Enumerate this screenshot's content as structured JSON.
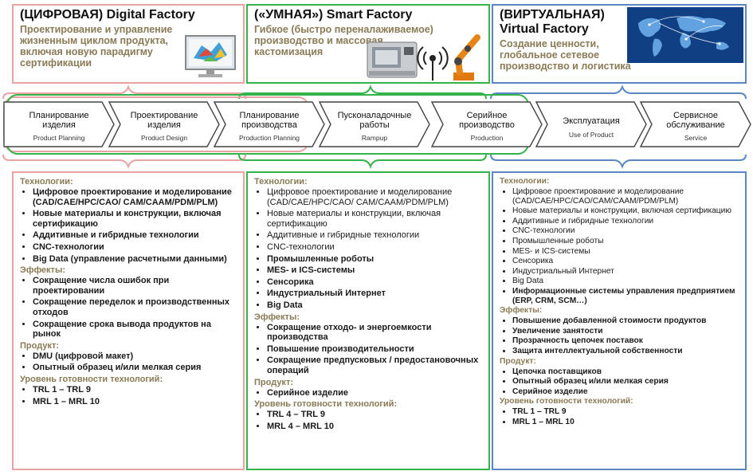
{
  "top": [
    {
      "title": "(ЦИФРОВАЯ)  Digital Factory",
      "subtitle": "Проектирование и управление жизненным циклом продукта, включая новую парадигму сертификации",
      "image": "monitor-cad-icon"
    },
    {
      "title": "(«УМНАЯ») Smart Factory",
      "subtitle": "Гибкое (быстро переналаживаемое) производство и массовая кастомизация",
      "image": "cnc-robot-icon"
    },
    {
      "title_line1": "(ВИРТУАЛЬНАЯ)",
      "title_line2": "Virtual Factory",
      "subtitle": "Создание ценности, глобальное сетевое производство и логистика",
      "image": "world-map-icon"
    }
  ],
  "stages": [
    {
      "ru": "Планирование изделия",
      "en": "Product Planning"
    },
    {
      "ru": "Проектирование изделия",
      "en": "Product Design"
    },
    {
      "ru": "Планирование производства",
      "en": "Production Planning"
    },
    {
      "ru": "Пусконаладочные работы",
      "en": "Rampup"
    },
    {
      "ru": "Серийное производство",
      "en": "Production"
    },
    {
      "ru": "Эксплуатация",
      "en": "Use of Product"
    },
    {
      "ru": "Сервисное обслуживание",
      "en": "Service"
    }
  ],
  "columns": [
    {
      "tech_head": "Технологии:",
      "tech": [
        {
          "t": "Цифровое проектирование и моделирование (CAD/CAE/HPC/CAO/ CAM/CAAM/PDM/PLM)",
          "b": true
        },
        {
          "t": "Новые материалы и конструкции, включая сертификацию",
          "b": true
        },
        {
          "t": "Аддитивные и гибридные технологии",
          "b": true
        },
        {
          "t": "CNC-технологии",
          "b": true
        },
        {
          "t": "Big Data (управление расчетными данными)",
          "b": true
        }
      ],
      "eff_head": "Эффекты:",
      "eff": [
        {
          "t": "Сокращение числа ошибок при проектировании",
          "b": true
        },
        {
          "t": "Сокращение переделок и производственных отходов",
          "b": true
        },
        {
          "t": "Сокращение срока вывода продуктов на рынок",
          "b": true
        }
      ],
      "prod_head": "Продукт:",
      "prod": [
        {
          "t": "DMU (цифровой макет)",
          "b": true
        },
        {
          "t": "Опытный образец и/или мелкая серия",
          "b": true
        }
      ],
      "trl_head": "Уровень готовности технологий:",
      "trl": [
        {
          "t": "TRL 1 – TRL 9",
          "b": true
        },
        {
          "t": "MRL 1 – MRL 10",
          "b": true
        }
      ]
    },
    {
      "tech_head": "Технологии:",
      "tech": [
        {
          "t": "Цифровое проектирование и моделирование (CAD/CAE/HPC/CAO/ CAM/CAAM/PDM/PLM)",
          "b": false
        },
        {
          "t": "Новые материалы и конструкции, включая сертификацию",
          "b": false
        },
        {
          "t": "Аддитивные и гибридные технологии",
          "b": false
        },
        {
          "t": "CNC-технологии",
          "b": false
        },
        {
          "t": "Промышленные роботы",
          "b": true
        },
        {
          "t": "MES- и ICS-системы",
          "b": true
        },
        {
          "t": "Сенсорика",
          "b": true
        },
        {
          "t": "Индустриальный Интернет",
          "b": true
        },
        {
          "t": "Big Data",
          "b": true
        }
      ],
      "eff_head": "Эффекты:",
      "eff": [
        {
          "t": "Сокращение отходо- и энергоемкости производства",
          "b": true
        },
        {
          "t": "Повышение производительности",
          "b": true
        },
        {
          "t": "Сокращение предпусковых / предостановочных операций",
          "b": true
        }
      ],
      "prod_head": "Продукт:",
      "prod": [
        {
          "t": "Серийное изделие",
          "b": true
        }
      ],
      "trl_head": "Уровень готовности технологий:",
      "trl": [
        {
          "t": "TRL 4 – TRL 9",
          "b": true
        },
        {
          "t": "MRL 4 – MRL 10",
          "b": true
        }
      ]
    },
    {
      "tech_head": "Технологии:",
      "tech": [
        {
          "t": "Цифровое проектирование и моделирование (CAD/CAE/HPC/CAO/CAM/CAAM/PDM/PLM)",
          "b": false
        },
        {
          "t": "Новые материалы и конструкции, включая сертификацию",
          "b": false
        },
        {
          "t": "Аддитивные и гибридные технологии",
          "b": false
        },
        {
          "t": "CNC-технологии",
          "b": false
        },
        {
          "t": "Промышленные роботы",
          "b": false
        },
        {
          "t": "MES- и ICS-системы",
          "b": false
        },
        {
          "t": "Сенсорика",
          "b": false
        },
        {
          "t": "Индустриальный Интернет",
          "b": false
        },
        {
          "t": "Big Data",
          "b": false
        },
        {
          "t": "Информационные системы управления предприятием (ERP, CRM, SCM…)",
          "b": true
        }
      ],
      "eff_head": "Эффекты:",
      "eff": [
        {
          "t": "Повышение добавленной стоимости продуктов",
          "b": true
        },
        {
          "t": "Увеличение занятости",
          "b": true
        },
        {
          "t": "Прозрачность цепочек поставок",
          "b": true
        },
        {
          "t": "Защита интеллектуальной собственности",
          "b": true
        }
      ],
      "prod_head": "Продукт:",
      "prod": [
        {
          "t": "Цепочка поставщиков",
          "b": true
        },
        {
          "t": "Опытный образец и/или мелкая серия",
          "b": true
        },
        {
          "t": "Серийное изделие",
          "b": true
        }
      ],
      "trl_head": "Уровень готовности технологий:",
      "trl": [
        {
          "t": "TRL 1 – TRL 9",
          "b": true
        },
        {
          "t": "MRL 1 – MRL 10",
          "b": true
        }
      ]
    }
  ],
  "colors": {
    "digital": "#e9a3a3",
    "smart": "#33b34a",
    "virtual": "#5a86c4",
    "heading": "#8a7a55"
  }
}
